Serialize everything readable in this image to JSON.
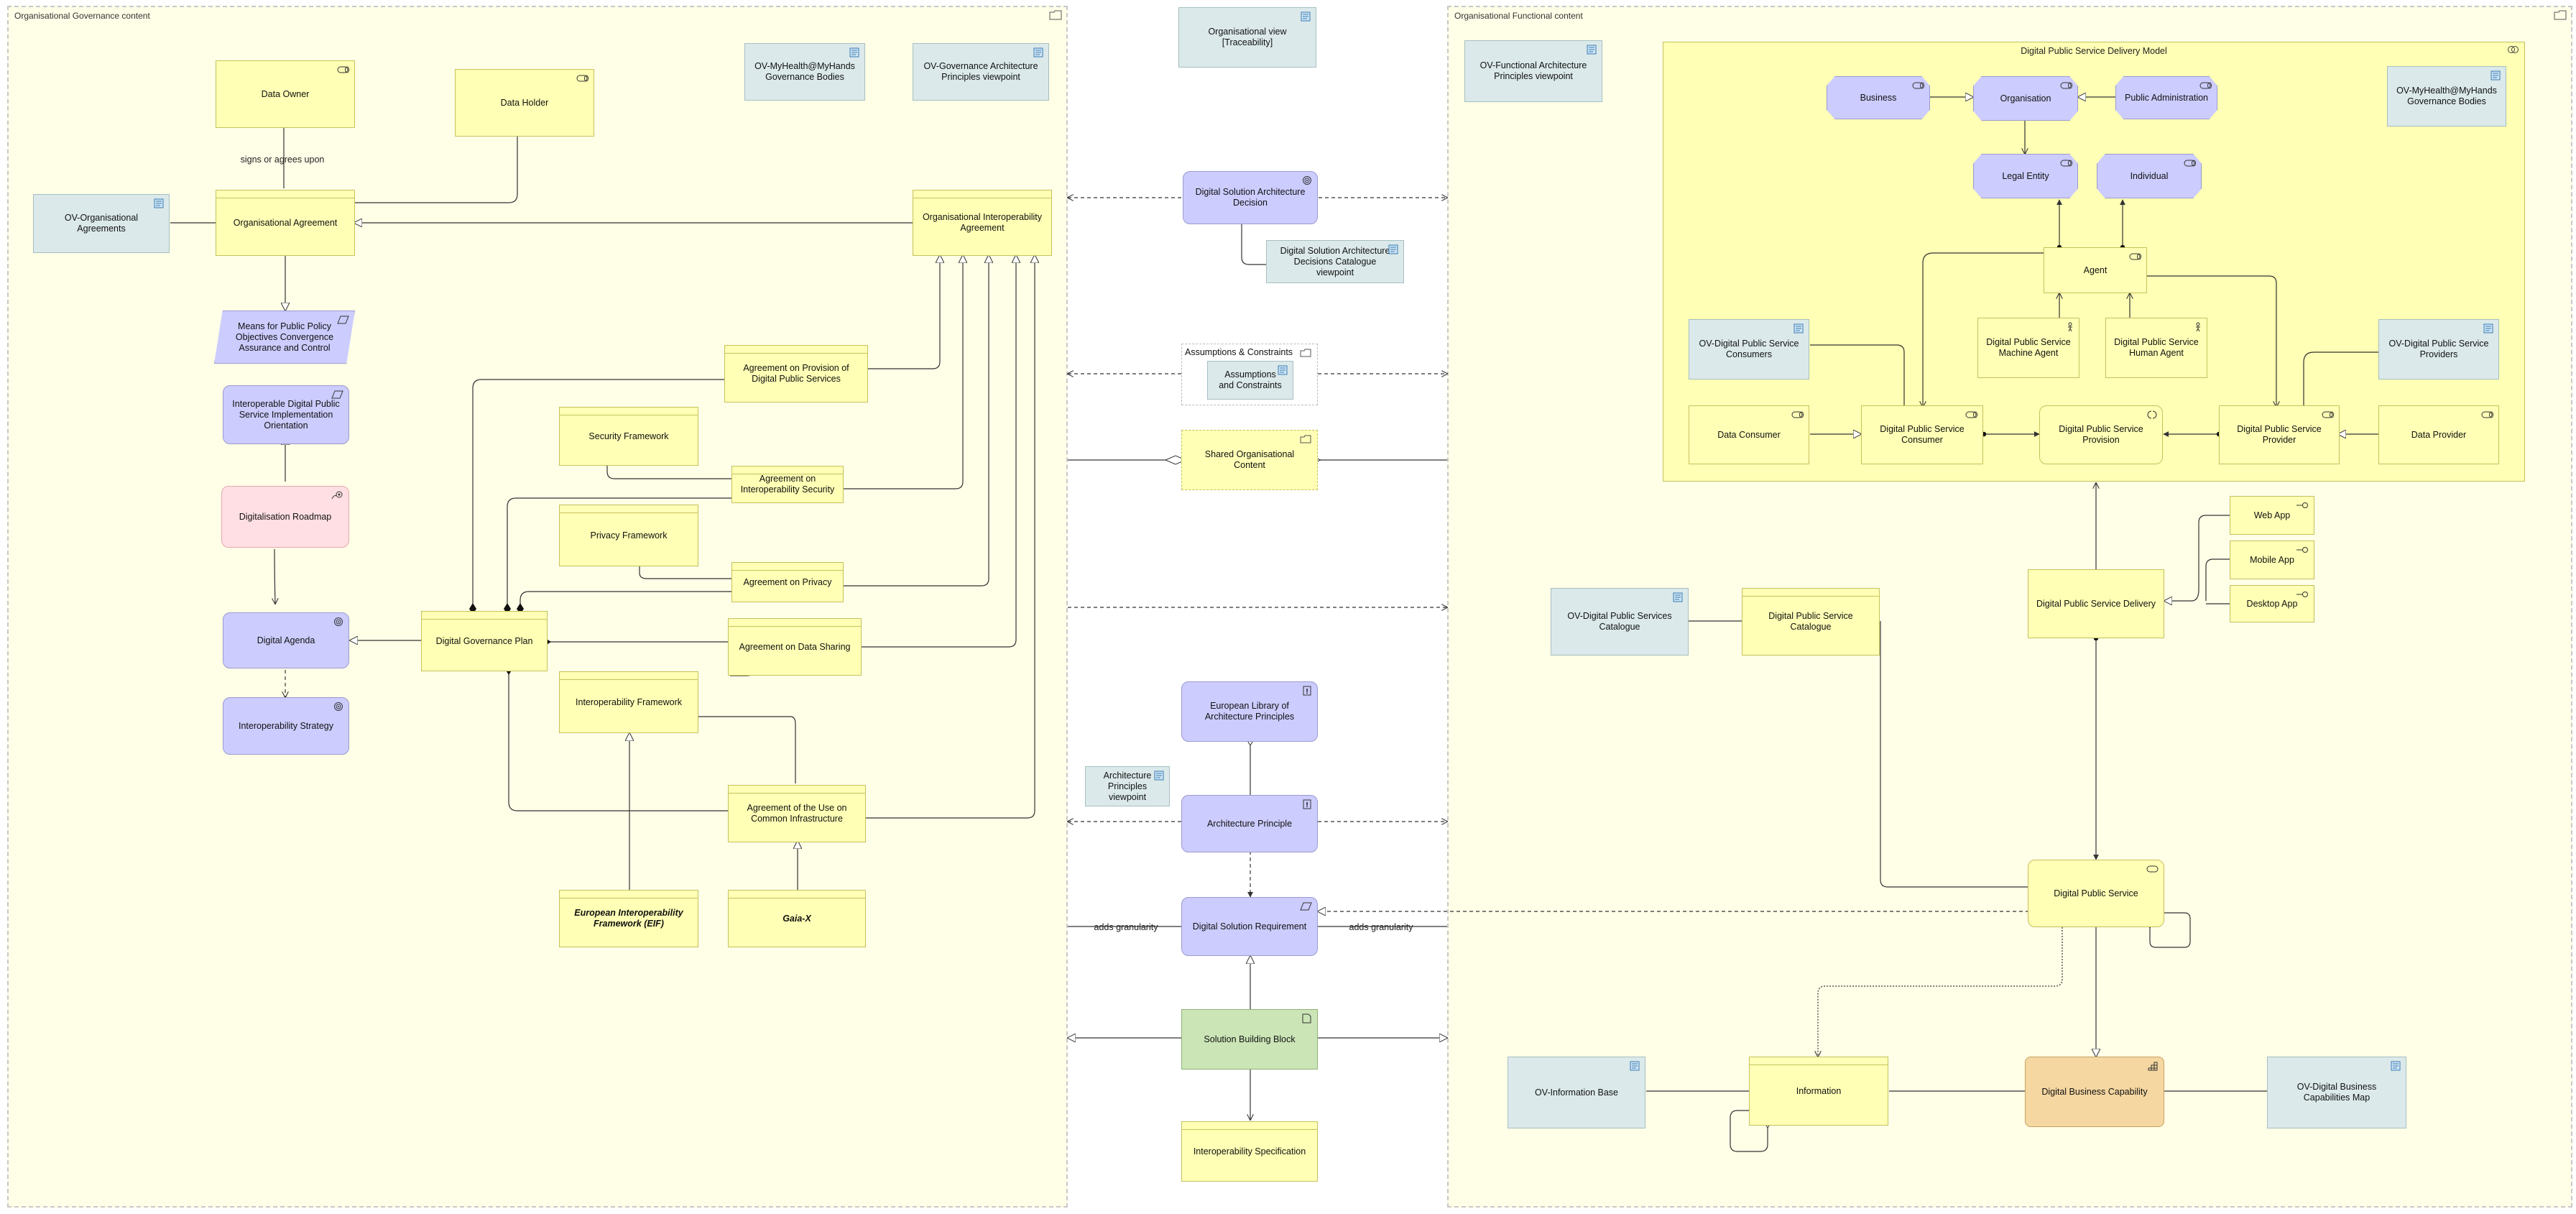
{
  "groups": {
    "governance": "Organisational Governance content",
    "functional": "Organisational Functional content",
    "delivery_model": "Digital Public Service Delivery Model",
    "assumptions": "Assumptions & Constraints"
  },
  "gov": {
    "data_owner": "Data Owner",
    "data_holder": "Data Holder",
    "signs": "signs or agrees upon",
    "ov_org_agreements": "OV-Organisational Agreements",
    "org_agreement": "Organisational Agreement",
    "means": "Means for Public Policy Objectives Convergence Assurance and Control",
    "interop_impl": "Interoperable Digital Public Service Implementation Orientation",
    "roadmap": "Digitalisation Roadmap",
    "agenda": "Digital Agenda",
    "strategy": "Interoperability Strategy",
    "gov_plan": "Digital Governance Plan",
    "ov_myhealth": "OV-MyHealth@MyHands Governance Bodies",
    "ov_gov_arch": "OV-Governance Architecture Principles viewpoint",
    "org_interop_agreement": "Organisational Interoperability Agreement",
    "agr_provision": "Agreement on Provision of Digital Public Services",
    "security_fw": "Security Framework",
    "agr_security": "Agreement on Interoperability Security",
    "privacy_fw": "Privacy Framework",
    "agr_privacy": "Agreement on Privacy",
    "agr_sharing": "Agreement on Data Sharing",
    "interop_fw": "Interoperability Framework",
    "agr_infra": "Agreement of the Use on Common Infrastructure",
    "eif": "European Interoperability Framework (EIF)",
    "gaiax": "Gaia-X"
  },
  "mid": {
    "ov_traceability": "Organisational view [Traceability]",
    "dsad": "Digital Solution Architecture Decision",
    "dsad_view": "Digital Solution Architecture Decisions Catalogue viewpoint",
    "assumptions_view": "Assumptions and Constraints",
    "shared": "Shared Organisational Content",
    "elap": "European Library of Architecture Principles",
    "arch_principles_view": "Architecture Principles viewpoint",
    "arch_principle": "Architecture Principle",
    "ds_req": "Digital Solution Requirement",
    "adds_left": "adds granularity",
    "adds_right": "adds granularity",
    "sbb": "Solution Building Block",
    "interop_spec": "Interoperability Specification"
  },
  "func": {
    "ov_func_arch": "OV-Functional Architecture Principles viewpoint",
    "business": "Business",
    "organisation": "Organisation",
    "public_admin": "Public Administration",
    "ov_myhealth2": "OV-MyHealth@MyHands Governance Bodies",
    "legal_entity": "Legal Entity",
    "individual": "Individual",
    "agent": "Agent",
    "ov_consumers": "OV-Digital Public Service Consumers",
    "machine_agent": "Digital Public Service Machine Agent",
    "human_agent": "Digital Public Service Human Agent",
    "ov_providers": "OV-Digital Public Service Providers",
    "data_consumer": "Data Consumer",
    "dps_consumer": "Digital Public Service Consumer",
    "dps_provision": "Digital Public Service Provision",
    "dps_provider": "Digital Public Service Provider",
    "data_provider": "Data Provider",
    "web_app": "Web App",
    "mobile_app": "Mobile App",
    "desktop_app": "Desktop App",
    "ov_catalogue": "OV-Digital Public Services Catalogue",
    "catalogue": "Digital Public Service Catalogue",
    "delivery": "Digital Public Service Delivery",
    "dps": "Digital Public Service",
    "ov_info_base": "OV-Information Base",
    "information": "Information",
    "capability": "Digital Business Capability",
    "ov_cap_map": "OV-Digital Business Capabilities Map"
  },
  "colors": {
    "business": "#ffffb5",
    "motivation": "#ccccff",
    "view": "#dbe9ea",
    "implementation": "#cbe5b7",
    "capability": "#f5d7a2",
    "course": "#ffdfe3",
    "group": "#fffee7"
  }
}
